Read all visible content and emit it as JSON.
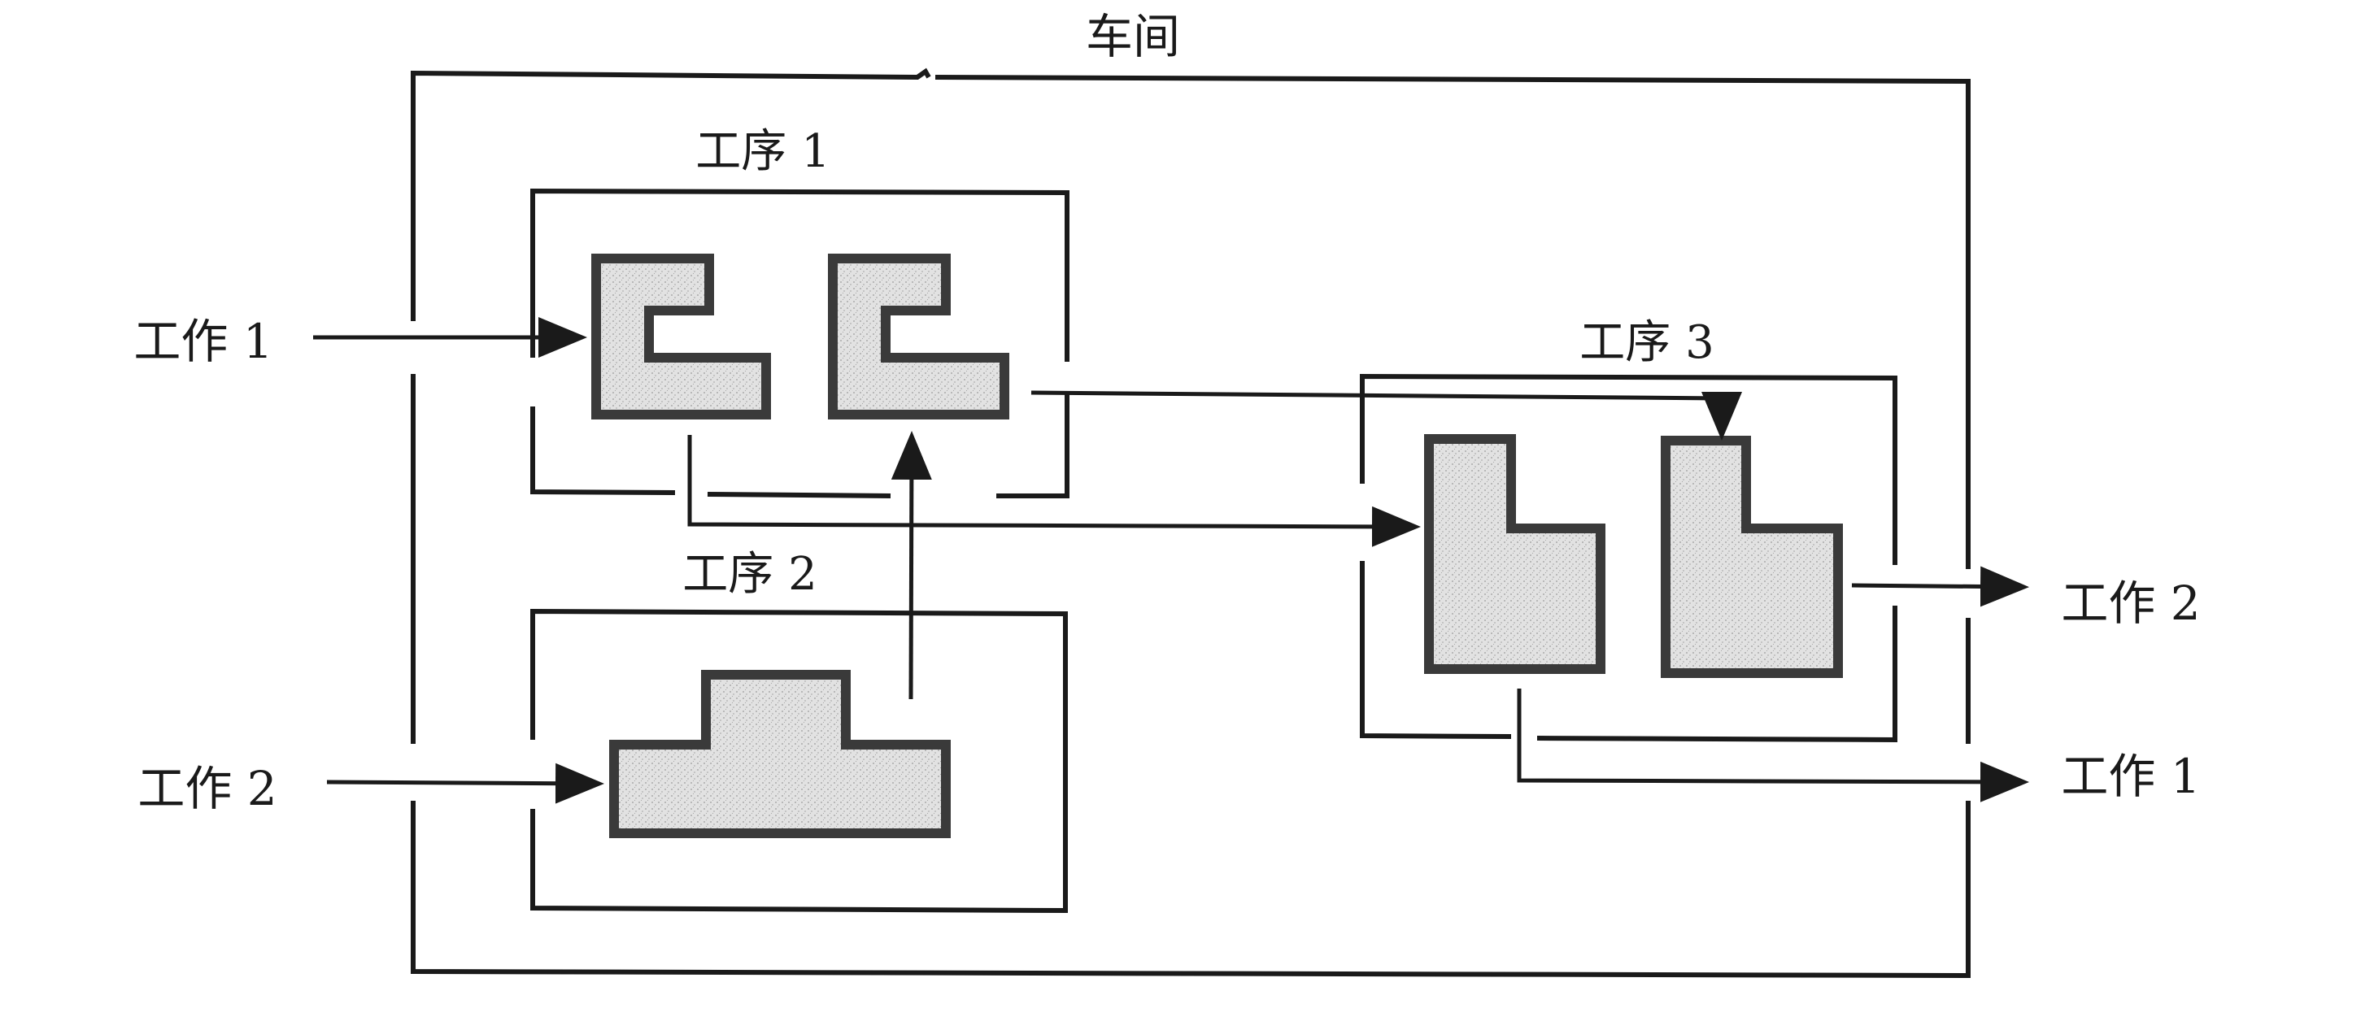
{
  "workshop": {
    "label": "车间"
  },
  "process_1": {
    "label": "工序 1"
  },
  "process_2": {
    "label": "工序 2"
  },
  "process_3": {
    "label": "工序 3"
  },
  "inputs": [
    {
      "label": "工作 1"
    },
    {
      "label": "工作 2"
    }
  ],
  "outputs": [
    {
      "label": "工作 2"
    },
    {
      "label": "工作 1"
    }
  ],
  "colors": {
    "line": "#1a1a1a",
    "machine_border": "#3a3a3a",
    "machine_fill": "#dcdcdc"
  }
}
